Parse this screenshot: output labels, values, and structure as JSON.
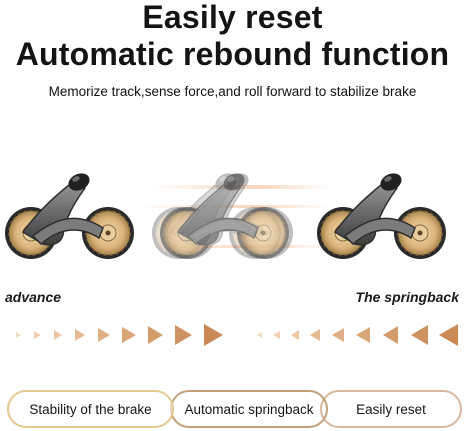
{
  "heading": {
    "line1": "Easily reset",
    "line2": "Automatic rebound function"
  },
  "subtitle": "Memorize track,sense force,and roll forward to stabilize brake",
  "captions": {
    "left": "advance",
    "right": "The springback"
  },
  "features": [
    "Stability of the brake",
    "Automatic springback",
    "Easily reset"
  ],
  "colors": {
    "wheel_gold": "#c9a46a",
    "arm_gray": "#6e6e6e",
    "arrow_light": "#f3d9c0",
    "arrow_dark": "#c98a55"
  }
}
